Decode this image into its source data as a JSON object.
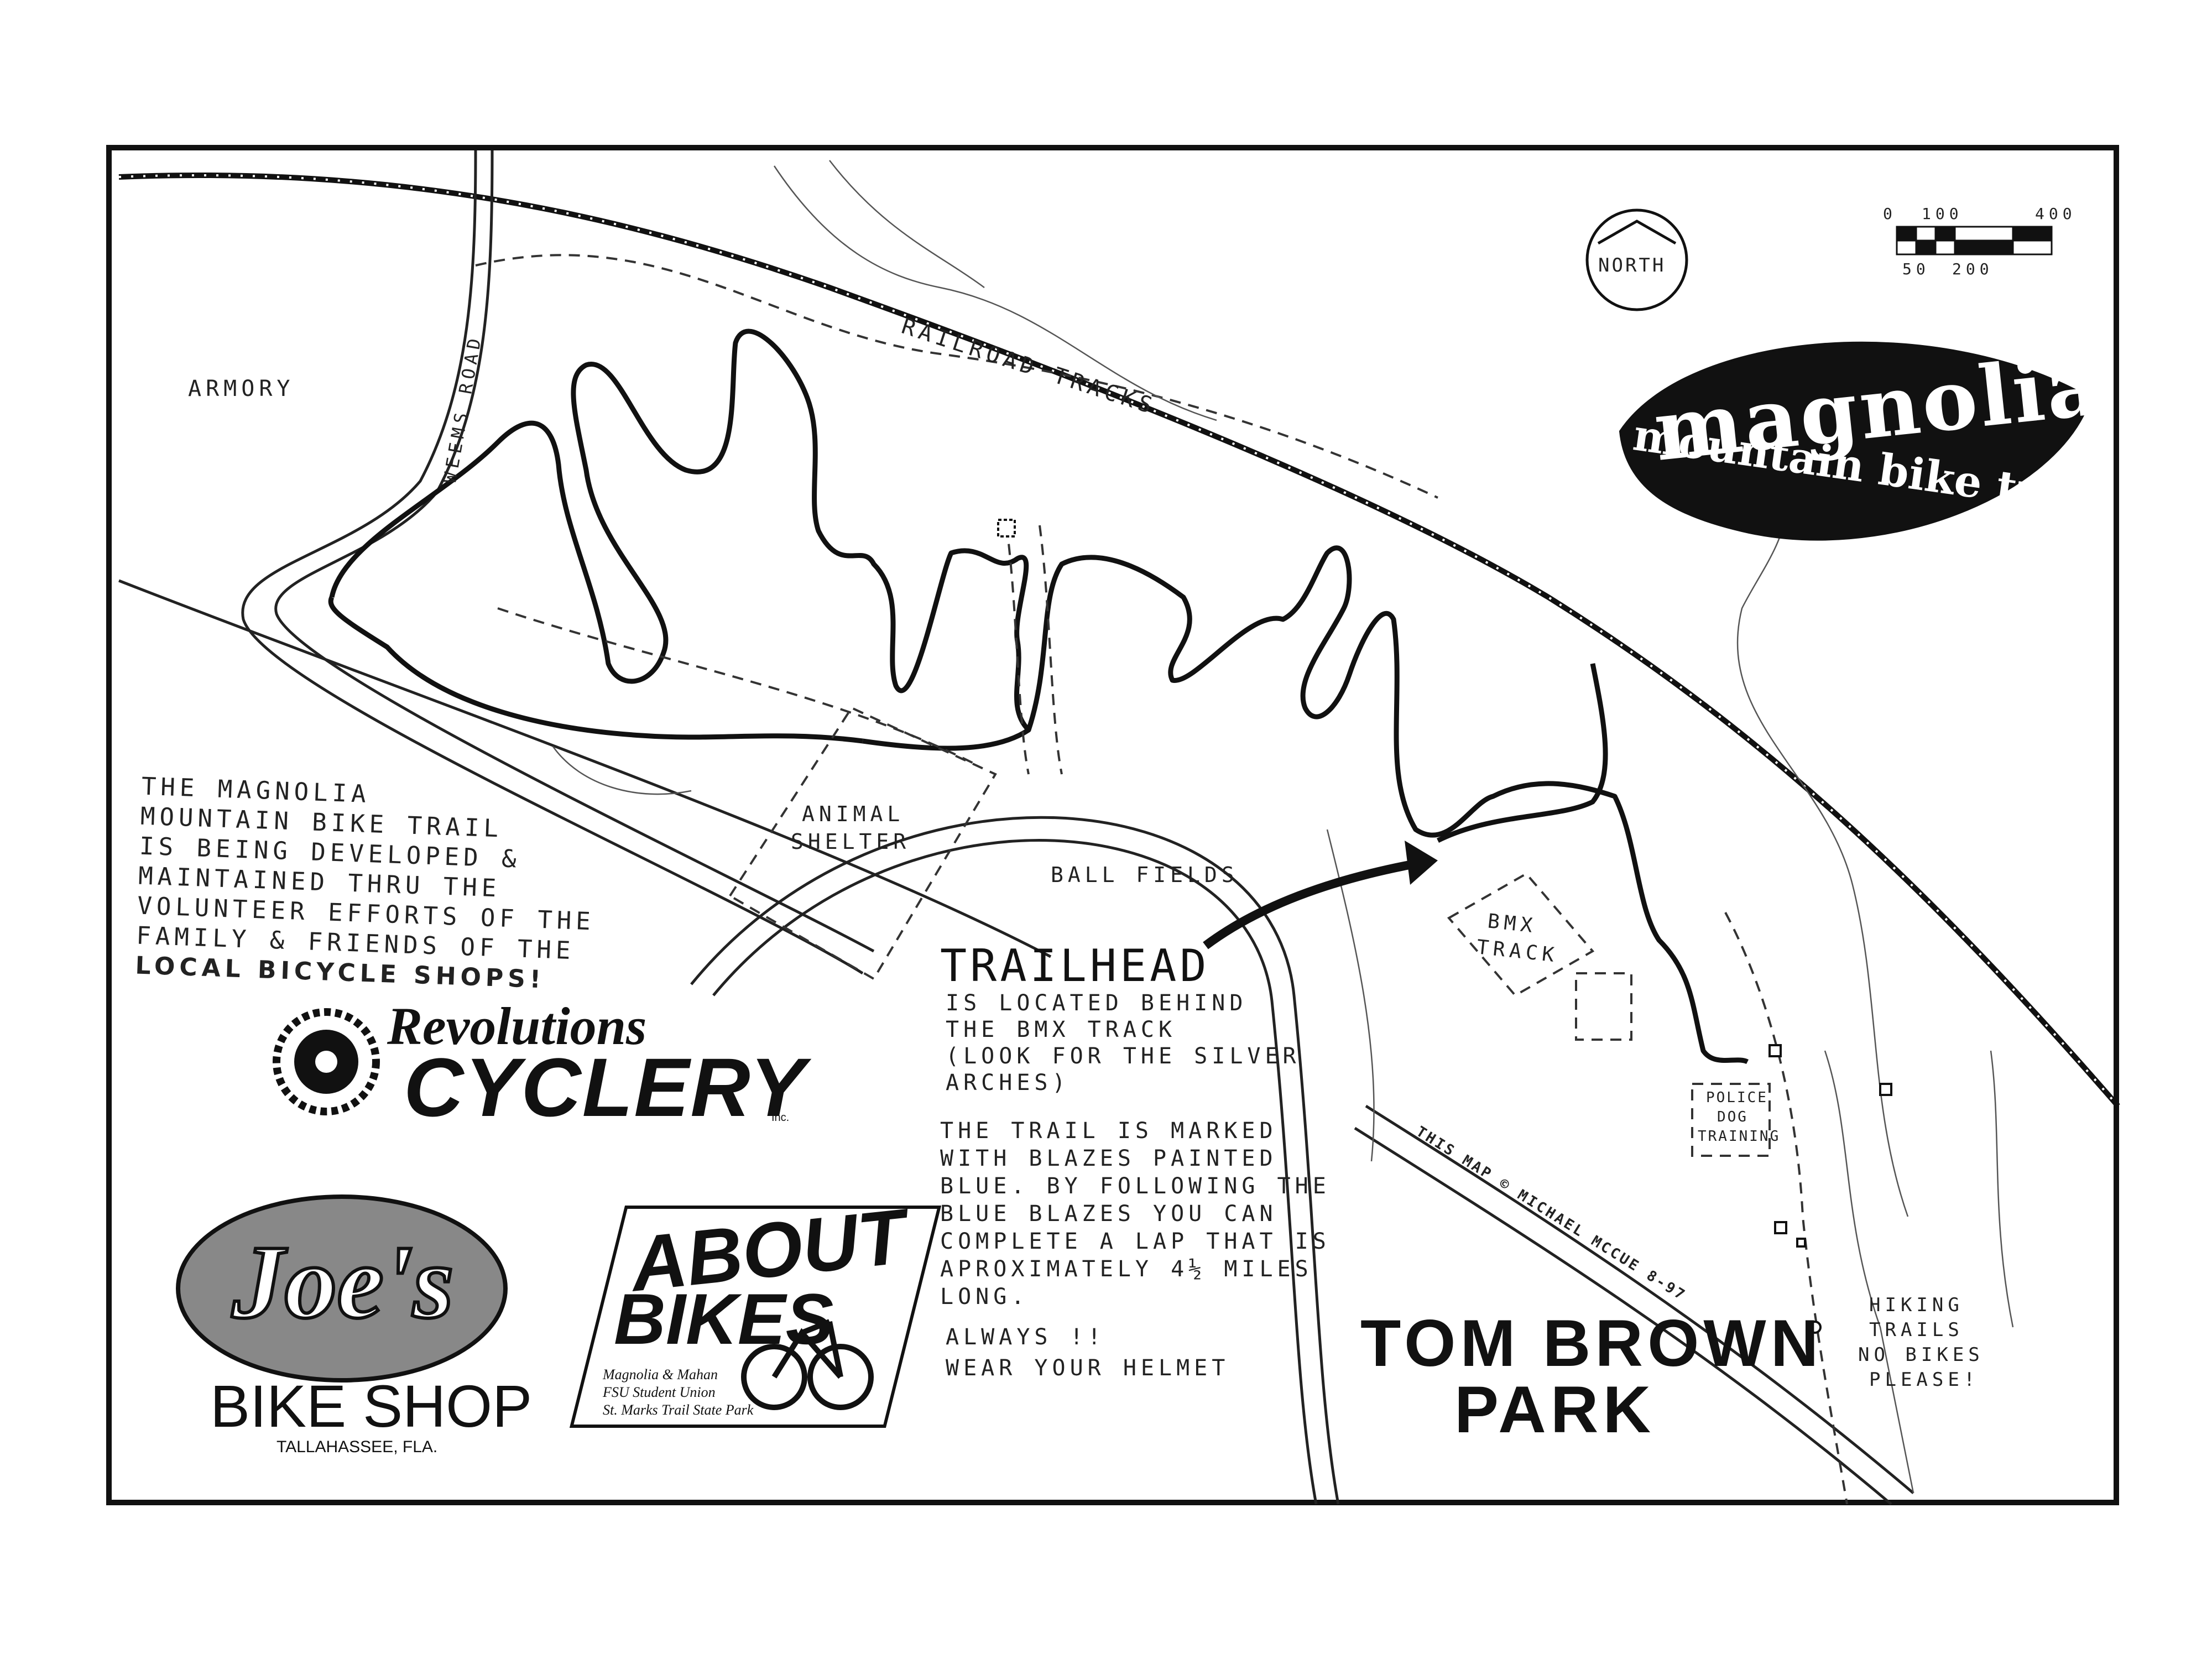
{
  "title": {
    "line1": "magnolia",
    "line2": "mountain bike trail"
  },
  "compass": {
    "label": "NORTH"
  },
  "scale_bar": {
    "ticks_top": [
      "0",
      "100",
      "400"
    ],
    "ticks_bottom": [
      "50",
      "200"
    ]
  },
  "places": {
    "armory": "ARMORY",
    "weems_road": "WEEMS ROAD",
    "railroad": "RAILROAD TRACKS",
    "animal_shelter_1": "ANIMAL",
    "animal_shelter_2": "SHELTER",
    "ball_fields": "BALL FIELDS",
    "bmx_1": "BMX",
    "bmx_2": "TRACK",
    "police_1": "POLICE",
    "police_2": "DOG",
    "police_3": "TRAINING",
    "park_1": "TOM BROWN",
    "park_2": "PARK",
    "hiking_1": "HIKING",
    "hiking_2": "TRAILS",
    "hiking_3": "NO BIKES",
    "hiking_4": "PLEASE!"
  },
  "intro_note": [
    "THE MAGNOLIA",
    "MOUNTAIN BIKE TRAIL",
    "IS BEING DEVELOPED &",
    "MAINTAINED THRU THE",
    "VOLUNTEER EFFORTS OF THE",
    "FAMILY & FRIENDS OF THE",
    "LOCAL BICYCLE SHOPS!"
  ],
  "trailhead": {
    "heading": "TRAILHEAD",
    "lines": [
      "IS LOCATED BEHIND",
      "THE BMX TRACK",
      "(LOOK FOR THE SILVER",
      "ARCHES)"
    ]
  },
  "trail_note": [
    "THE TRAIL IS MARKED",
    "WITH BLAZES PAINTED",
    "BLUE. BY FOLLOWING THE",
    "BLUE BLAZES YOU CAN",
    "COMPLETE A LAP THAT IS",
    "APROXIMATELY 4½ MILES",
    "LONG."
  ],
  "helmet_note": [
    "ALWAYS !!",
    "WEAR YOUR HELMET"
  ],
  "credit": "THIS MAP © MICHAEL MCCUE 8-97",
  "sponsors": {
    "revolutions": {
      "top": "Revolutions",
      "bottom": "CYCLERY",
      "suffix": "Inc."
    },
    "joes": {
      "name": "Joe's",
      "shop": "BIKE SHOP",
      "city": "TALLAHASSEE, FLA."
    },
    "about_bikes": {
      "line1": "ABOUT",
      "line2": "BIKES",
      "locations": [
        "Magnolia & Mahan",
        "FSU Student Union",
        "St. Marks Trail State Park"
      ]
    }
  }
}
